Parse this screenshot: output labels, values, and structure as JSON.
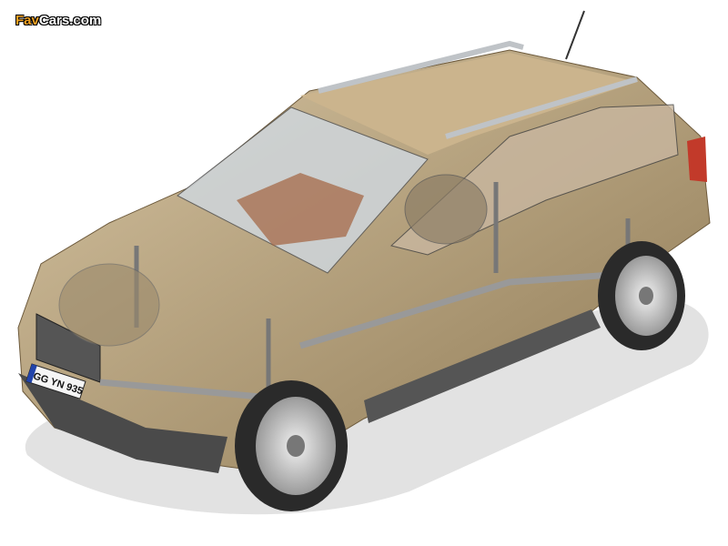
{
  "watermark": {
    "part1": "Fav",
    "part2": "Cars.com"
  },
  "license_plate": "GG YN 935",
  "colors": {
    "body": "#b9a27e",
    "body_dark": "#8d7752",
    "glass": "#cfd6dc",
    "interior": "#a2633f",
    "tyre": "#2a2a2a",
    "rim": "#c8c8c8",
    "shadow": "#dadada"
  }
}
